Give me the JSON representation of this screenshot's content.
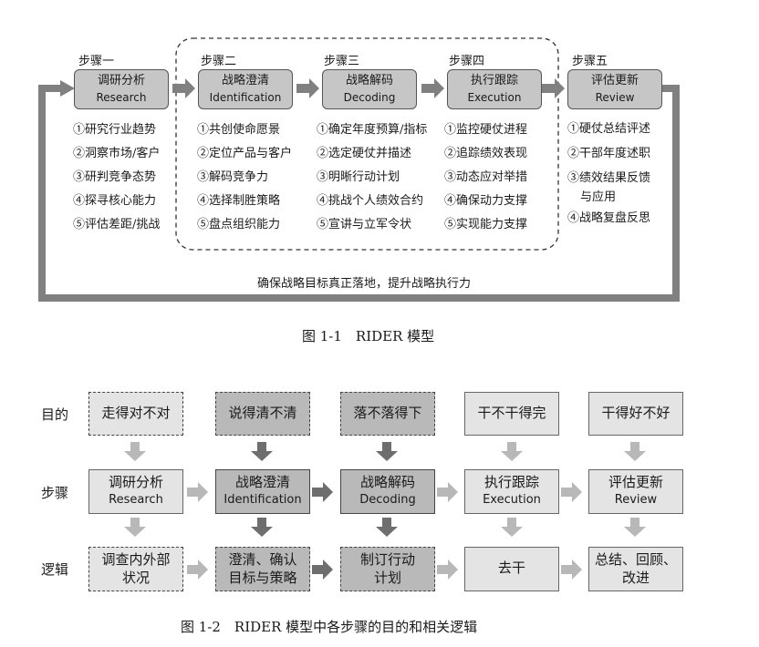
{
  "figure1": {
    "steps": [
      {
        "step": "步骤一",
        "title": "调研分析",
        "en": "Research",
        "items": [
          "①研究行业趋势",
          "②洞察市场/客户",
          "③研判竞争态势",
          "④探寻核心能力",
          "⑤评估差距/挑战"
        ]
      },
      {
        "step": "步骤二",
        "title": "战略澄清",
        "en": "Identification",
        "items": [
          "①共创使命愿景",
          "②定位产品与客户",
          "③解码竞争力",
          "④选择制胜策略",
          "⑤盘点组织能力"
        ]
      },
      {
        "step": "步骤三",
        "title": "战略解码",
        "en": "Decoding",
        "items": [
          "①确定年度预算/指标",
          "②选定硬仗并描述",
          "③明晰行动计划",
          "④挑战个人绩效合约",
          "⑤宣讲与立军令状"
        ]
      },
      {
        "step": "步骤四",
        "title": "执行跟踪",
        "en": "Execution",
        "items": [
          "①监控硬仗进程",
          "②追踪绩效表现",
          "③动态应对举措",
          "④确保动力支撑",
          "⑤实现能力支撑"
        ]
      },
      {
        "step": "步骤五",
        "title": "评估更新",
        "en": "Review",
        "items": [
          "①硬仗总结评述",
          "②干部年度述职",
          "③绩效结果反馈",
          "与应用",
          "④战略复盘反思"
        ]
      }
    ],
    "loop_text": "确保战略目标真正落地，提升战略执行力",
    "caption": "图 1-1　RIDER 模型"
  },
  "figure2": {
    "row_labels": [
      "目的",
      "步骤",
      "逻辑"
    ],
    "purpose": [
      "走得对不对",
      "说得清不清",
      "落不落得下",
      "干不干得完",
      "干得好不好"
    ],
    "steps": [
      {
        "title": "调研分析",
        "en": "Research"
      },
      {
        "title": "战略澄清",
        "en": "Identification"
      },
      {
        "title": "战略解码",
        "en": "Decoding"
      },
      {
        "title": "执行跟踪",
        "en": "Execution"
      },
      {
        "title": "评估更新",
        "en": "Review"
      }
    ],
    "logic": [
      [
        "调查内外部",
        "状况"
      ],
      [
        "澄清、确认",
        "目标与策略"
      ],
      [
        "制订行动",
        "计划"
      ],
      [
        "去干"
      ],
      [
        "总结、回顾、",
        "改进"
      ]
    ],
    "caption": "图 1-2　RIDER 模型中各步骤的目的和相关逻辑"
  },
  "colors": {
    "box_light": "#e4e4e4",
    "box_medium": "#b9b9b9",
    "arrow_light": "#b8b8b8",
    "arrow_dark": "#6e6e6e",
    "loop_line": "#808080"
  }
}
